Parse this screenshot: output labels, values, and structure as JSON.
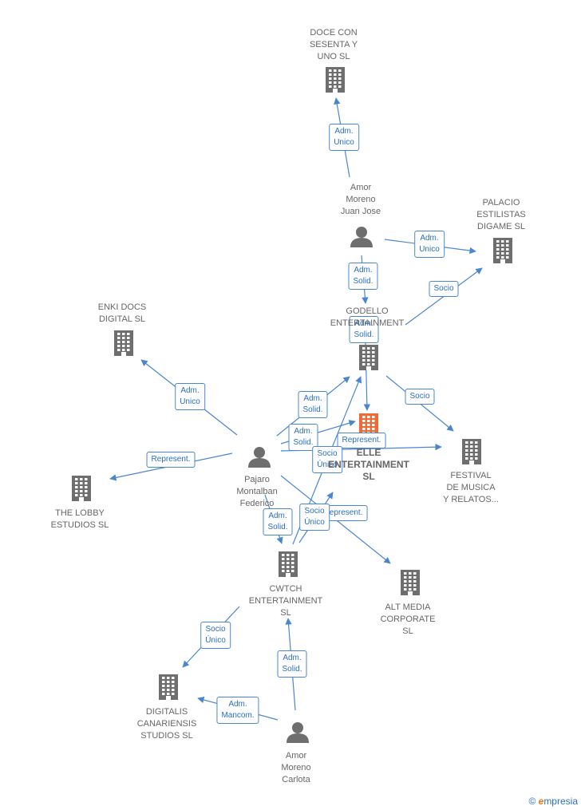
{
  "colors": {
    "edge": "#4a86d0",
    "building": "#6e6e6e",
    "building_main": "#f06a35",
    "person": "#6e6e6e"
  },
  "nodes": [
    {
      "id": "doce",
      "type": "company",
      "label": "DOCE CON\nSESENTA Y\nUNO  SL"
    },
    {
      "id": "amor_jj",
      "type": "person",
      "label": "Amor\nMoreno\nJuan Jose"
    },
    {
      "id": "palacio",
      "type": "company",
      "label": "PALACIO\nESTILISTAS\nDIGAME  SL"
    },
    {
      "id": "godello",
      "type": "company",
      "label": "GODELLO\nENTERTAINMENT"
    },
    {
      "id": "enki",
      "type": "company",
      "label": "ENKI DOCS\nDIGITAL  SL"
    },
    {
      "id": "elle",
      "type": "company_main",
      "label": "ELLE\nENTERTAINMENT\nSL"
    },
    {
      "id": "festival",
      "type": "company",
      "label": "FESTIVAL\nDE MUSICA\nY RELATOS..."
    },
    {
      "id": "pajaro",
      "type": "person",
      "label": "Pajaro\nMontalban\nFederico"
    },
    {
      "id": "lobby",
      "type": "company",
      "label": "THE LOBBY\nESTUDIOS SL"
    },
    {
      "id": "cwtch",
      "type": "company",
      "label": "CWTCH\nENTERTAINMENT\nSL"
    },
    {
      "id": "altmedia",
      "type": "company",
      "label": "ALT MEDIA\nCORPORATE\nSL"
    },
    {
      "id": "digitalis",
      "type": "company",
      "label": "DIGITALIS\nCANARIENSIS\nSTUDIOS  SL"
    },
    {
      "id": "amor_c",
      "type": "person",
      "label": "Amor\nMoreno\nCarlota"
    }
  ],
  "edges": [
    {
      "from": "amor_jj",
      "to": "doce",
      "label": "Adm.\nUnico"
    },
    {
      "from": "amor_jj",
      "to": "palacio",
      "label": "Adm.\nUnico"
    },
    {
      "from": "amor_jj",
      "to": "godello",
      "label": "Adm.\nSolid."
    },
    {
      "from": "godello",
      "to": "palacio",
      "label": "Socio"
    },
    {
      "from": "godello",
      "to": "elle",
      "label": "Adm.\nSolid."
    },
    {
      "from": "godello",
      "to": "festival",
      "label": "Socio"
    },
    {
      "from": "pajaro",
      "to": "enki",
      "label": "Adm.\nUnico"
    },
    {
      "from": "pajaro",
      "to": "lobby",
      "label": "Represent."
    },
    {
      "from": "pajaro",
      "to": "godello",
      "label": "Adm.\nSolid."
    },
    {
      "from": "pajaro",
      "to": "elle",
      "label": "Adm.\nSolid."
    },
    {
      "from": "pajaro",
      "to": "festival",
      "label": "Represent."
    },
    {
      "from": "pajaro",
      "to": "cwtch",
      "label": "Adm.\nSolid."
    },
    {
      "from": "pajaro",
      "to": "altmedia",
      "label": "Represent."
    },
    {
      "from": "cwtch",
      "to": "godello",
      "label": "Socio\nÚnico"
    },
    {
      "from": "cwtch",
      "to": "elle",
      "label": "Socio\nÚnico"
    },
    {
      "from": "cwtch",
      "to": "digitalis",
      "label": "Socio\nÚnico"
    },
    {
      "from": "amor_c",
      "to": "cwtch",
      "label": "Adm.\nSolid."
    },
    {
      "from": "amor_c",
      "to": "digitalis",
      "label": "Adm.\nMancom."
    }
  ],
  "brand": {
    "symbol": "©",
    "e": "e",
    "rest": "mpresia"
  }
}
